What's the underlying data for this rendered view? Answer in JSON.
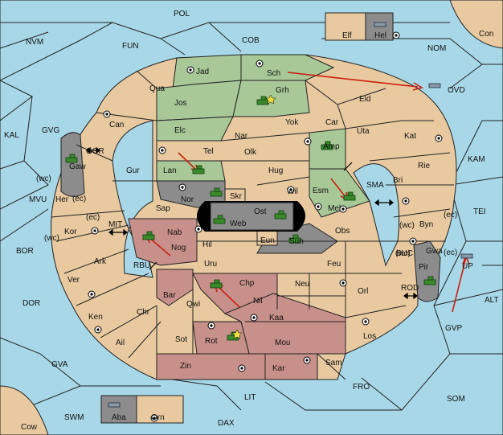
{
  "map": {
    "sea_labels": [
      {
        "id": "pol",
        "text": "POL"
      },
      {
        "id": "nvm",
        "text": "NVM"
      },
      {
        "id": "fun",
        "text": "FUN"
      },
      {
        "id": "cob",
        "text": "COB"
      },
      {
        "id": "nom",
        "text": "NOM"
      },
      {
        "id": "kal",
        "text": "KAL"
      },
      {
        "id": "gvg",
        "text": "GVG"
      },
      {
        "id": "mvu",
        "text": "MVU"
      },
      {
        "id": "bor",
        "text": "BOR"
      },
      {
        "id": "dor",
        "text": "DOR"
      },
      {
        "id": "gva",
        "text": "GVA"
      },
      {
        "id": "swm",
        "text": "SWM"
      },
      {
        "id": "lit",
        "text": "LIT"
      },
      {
        "id": "dax",
        "text": "DAX"
      },
      {
        "id": "fro",
        "text": "FRO"
      },
      {
        "id": "som",
        "text": "SOM"
      },
      {
        "id": "gvp",
        "text": "GVP"
      },
      {
        "id": "alt",
        "text": "ALT"
      },
      {
        "id": "tei",
        "text": "TEI"
      },
      {
        "id": "kam",
        "text": "KAM"
      },
      {
        "id": "ovd",
        "text": "OVD"
      },
      {
        "id": "mit",
        "text": "MIT"
      },
      {
        "id": "rbu",
        "text": "RBU"
      },
      {
        "id": "sma",
        "text": "SMA"
      },
      {
        "id": "buc",
        "text": "BUC"
      },
      {
        "id": "rod",
        "text": "ROD"
      },
      {
        "id": "gor",
        "text": "GOR"
      }
    ],
    "land_labels": [
      {
        "id": "con",
        "text": "Con"
      },
      {
        "id": "elf",
        "text": "Elf"
      },
      {
        "id": "hel",
        "text": "Hel"
      },
      {
        "id": "jad",
        "text": "Jad"
      },
      {
        "id": "sch",
        "text": "Sch"
      },
      {
        "id": "qua",
        "text": "Qua"
      },
      {
        "id": "jos",
        "text": "Jos"
      },
      {
        "id": "grh",
        "text": "Grh"
      },
      {
        "id": "eld",
        "text": "Eld"
      },
      {
        "id": "can",
        "text": "Can"
      },
      {
        "id": "elc",
        "text": "Elc"
      },
      {
        "id": "yok",
        "text": "Yok"
      },
      {
        "id": "car",
        "text": "Car"
      },
      {
        "id": "uta",
        "text": "Uta"
      },
      {
        "id": "kat",
        "text": "Kat"
      },
      {
        "id": "nar",
        "text": "Nar"
      },
      {
        "id": "tel",
        "text": "Tel"
      },
      {
        "id": "olk",
        "text": "Olk"
      },
      {
        "id": "amp",
        "text": "Amp"
      },
      {
        "id": "gaw",
        "text": "Gaw"
      },
      {
        "id": "gur",
        "text": "Gur"
      },
      {
        "id": "lan",
        "text": "Lan"
      },
      {
        "id": "hug",
        "text": "Hug"
      },
      {
        "id": "rie",
        "text": "Rie"
      },
      {
        "id": "bri",
        "text": "Bri"
      },
      {
        "id": "wc1",
        "text": "(wc)"
      },
      {
        "id": "ec1",
        "text": "(ec)"
      },
      {
        "id": "her",
        "text": "Her"
      },
      {
        "id": "nor",
        "text": "Nor"
      },
      {
        "id": "wil",
        "text": "Wil"
      },
      {
        "id": "esm",
        "text": "Esm"
      },
      {
        "id": "skr",
        "text": "Skr"
      },
      {
        "id": "sap",
        "text": "Sap"
      },
      {
        "id": "mel",
        "text": "Mel"
      },
      {
        "id": "ost",
        "text": "Ost"
      },
      {
        "id": "web",
        "text": "Web"
      },
      {
        "id": "byn",
        "text": "Byn"
      },
      {
        "id": "wc2",
        "text": "(wc)"
      },
      {
        "id": "ec2",
        "text": "(ec)"
      },
      {
        "id": "ec3",
        "text": "(ec)"
      },
      {
        "id": "kor",
        "text": "Kor"
      },
      {
        "id": "wc3",
        "text": "(wc)"
      },
      {
        "id": "nab",
        "text": "Nab"
      },
      {
        "id": "obs",
        "text": "Obs"
      },
      {
        "id": "eun",
        "text": "Eun"
      },
      {
        "id": "sun",
        "text": "Sun"
      },
      {
        "id": "gwa",
        "text": "Gwa"
      },
      {
        "id": "wc4",
        "text": "(wc)"
      },
      {
        "id": "ec4",
        "text": "(ec)"
      },
      {
        "id": "nog",
        "text": "Nog"
      },
      {
        "id": "hil",
        "text": "Hil"
      },
      {
        "id": "ark",
        "text": "Ark"
      },
      {
        "id": "uru",
        "text": "Uru"
      },
      {
        "id": "feu",
        "text": "Feu"
      },
      {
        "id": "pir",
        "text": "Pir"
      },
      {
        "id": "up",
        "text": "UP"
      },
      {
        "id": "ver",
        "text": "Ver"
      },
      {
        "id": "chp",
        "text": "Chp"
      },
      {
        "id": "neu",
        "text": "Neu"
      },
      {
        "id": "bar",
        "text": "Bar"
      },
      {
        "id": "qwi",
        "text": "Qwi"
      },
      {
        "id": "orl",
        "text": "Orl"
      },
      {
        "id": "nil",
        "text": "Nil"
      },
      {
        "id": "ken",
        "text": "Ken"
      },
      {
        "id": "chr",
        "text": "Chr"
      },
      {
        "id": "kaa",
        "text": "Kaa"
      },
      {
        "id": "ail",
        "text": "Ail"
      },
      {
        "id": "sot",
        "text": "Sot"
      },
      {
        "id": "rot",
        "text": "Rot"
      },
      {
        "id": "los",
        "text": "Los"
      },
      {
        "id": "mou",
        "text": "Mou"
      },
      {
        "id": "zin",
        "text": "Zin"
      },
      {
        "id": "kar",
        "text": "Kar"
      },
      {
        "id": "sam",
        "text": "Sam"
      },
      {
        "id": "aba",
        "text": "Aba"
      },
      {
        "id": "orn",
        "text": "Orn"
      },
      {
        "id": "cow",
        "text": "Cow"
      }
    ],
    "colors": {
      "sea": "#a8d8e8",
      "neutral": "#e8c9a0",
      "green_power": "#a8c898",
      "red_power": "#c8908a",
      "gray_power": "#8c8c8c",
      "arrow": "#c82010"
    }
  }
}
